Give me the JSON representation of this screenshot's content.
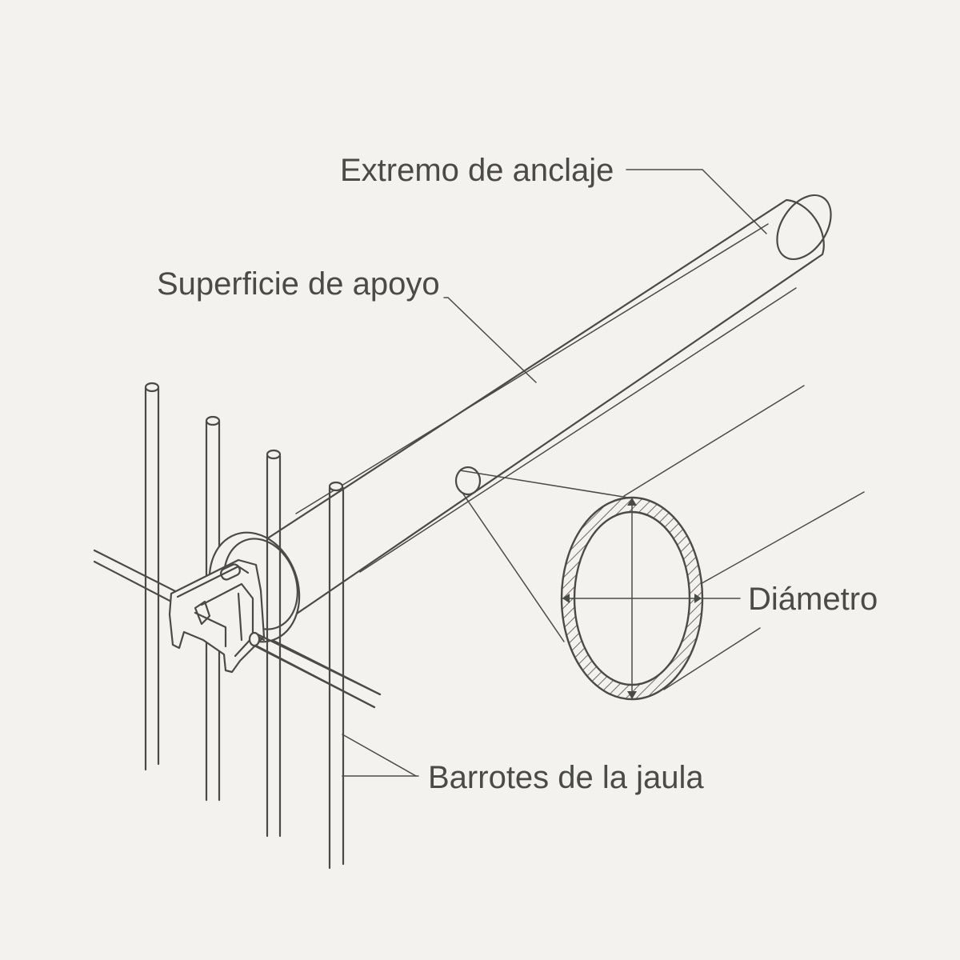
{
  "labels": {
    "anchor_end": "Extremo de anclaje",
    "bearing_surface": "Superficie de apoyo",
    "diameter": "Diámetro",
    "cage_bars": "Barrotes de la jaula"
  },
  "colors": {
    "background": "#f4f2ee",
    "line": "#4a4a46",
    "hatch": "#6a6a64"
  }
}
